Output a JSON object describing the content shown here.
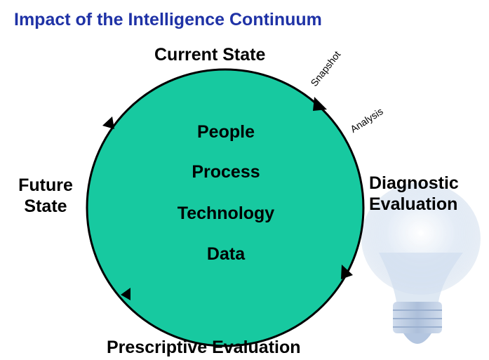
{
  "title": "Impact of the Intelligence Continuum",
  "stages": {
    "top": "Current State",
    "right_line1": "Diagnostic",
    "right_line2": "Evaluation",
    "bottom": "Prescriptive Evaluation",
    "left_line1": "Future",
    "left_line2": "State"
  },
  "arc_labels": {
    "snapshot": "Snapshot",
    "analysis": "Analysis"
  },
  "core": [
    "People",
    "Process",
    "Technology",
    "Data"
  ],
  "colors": {
    "title": "#1f32a6",
    "circle_fill": "#17c9a0",
    "circle_stroke": "#000000"
  },
  "decoration": "lightbulb-icon"
}
